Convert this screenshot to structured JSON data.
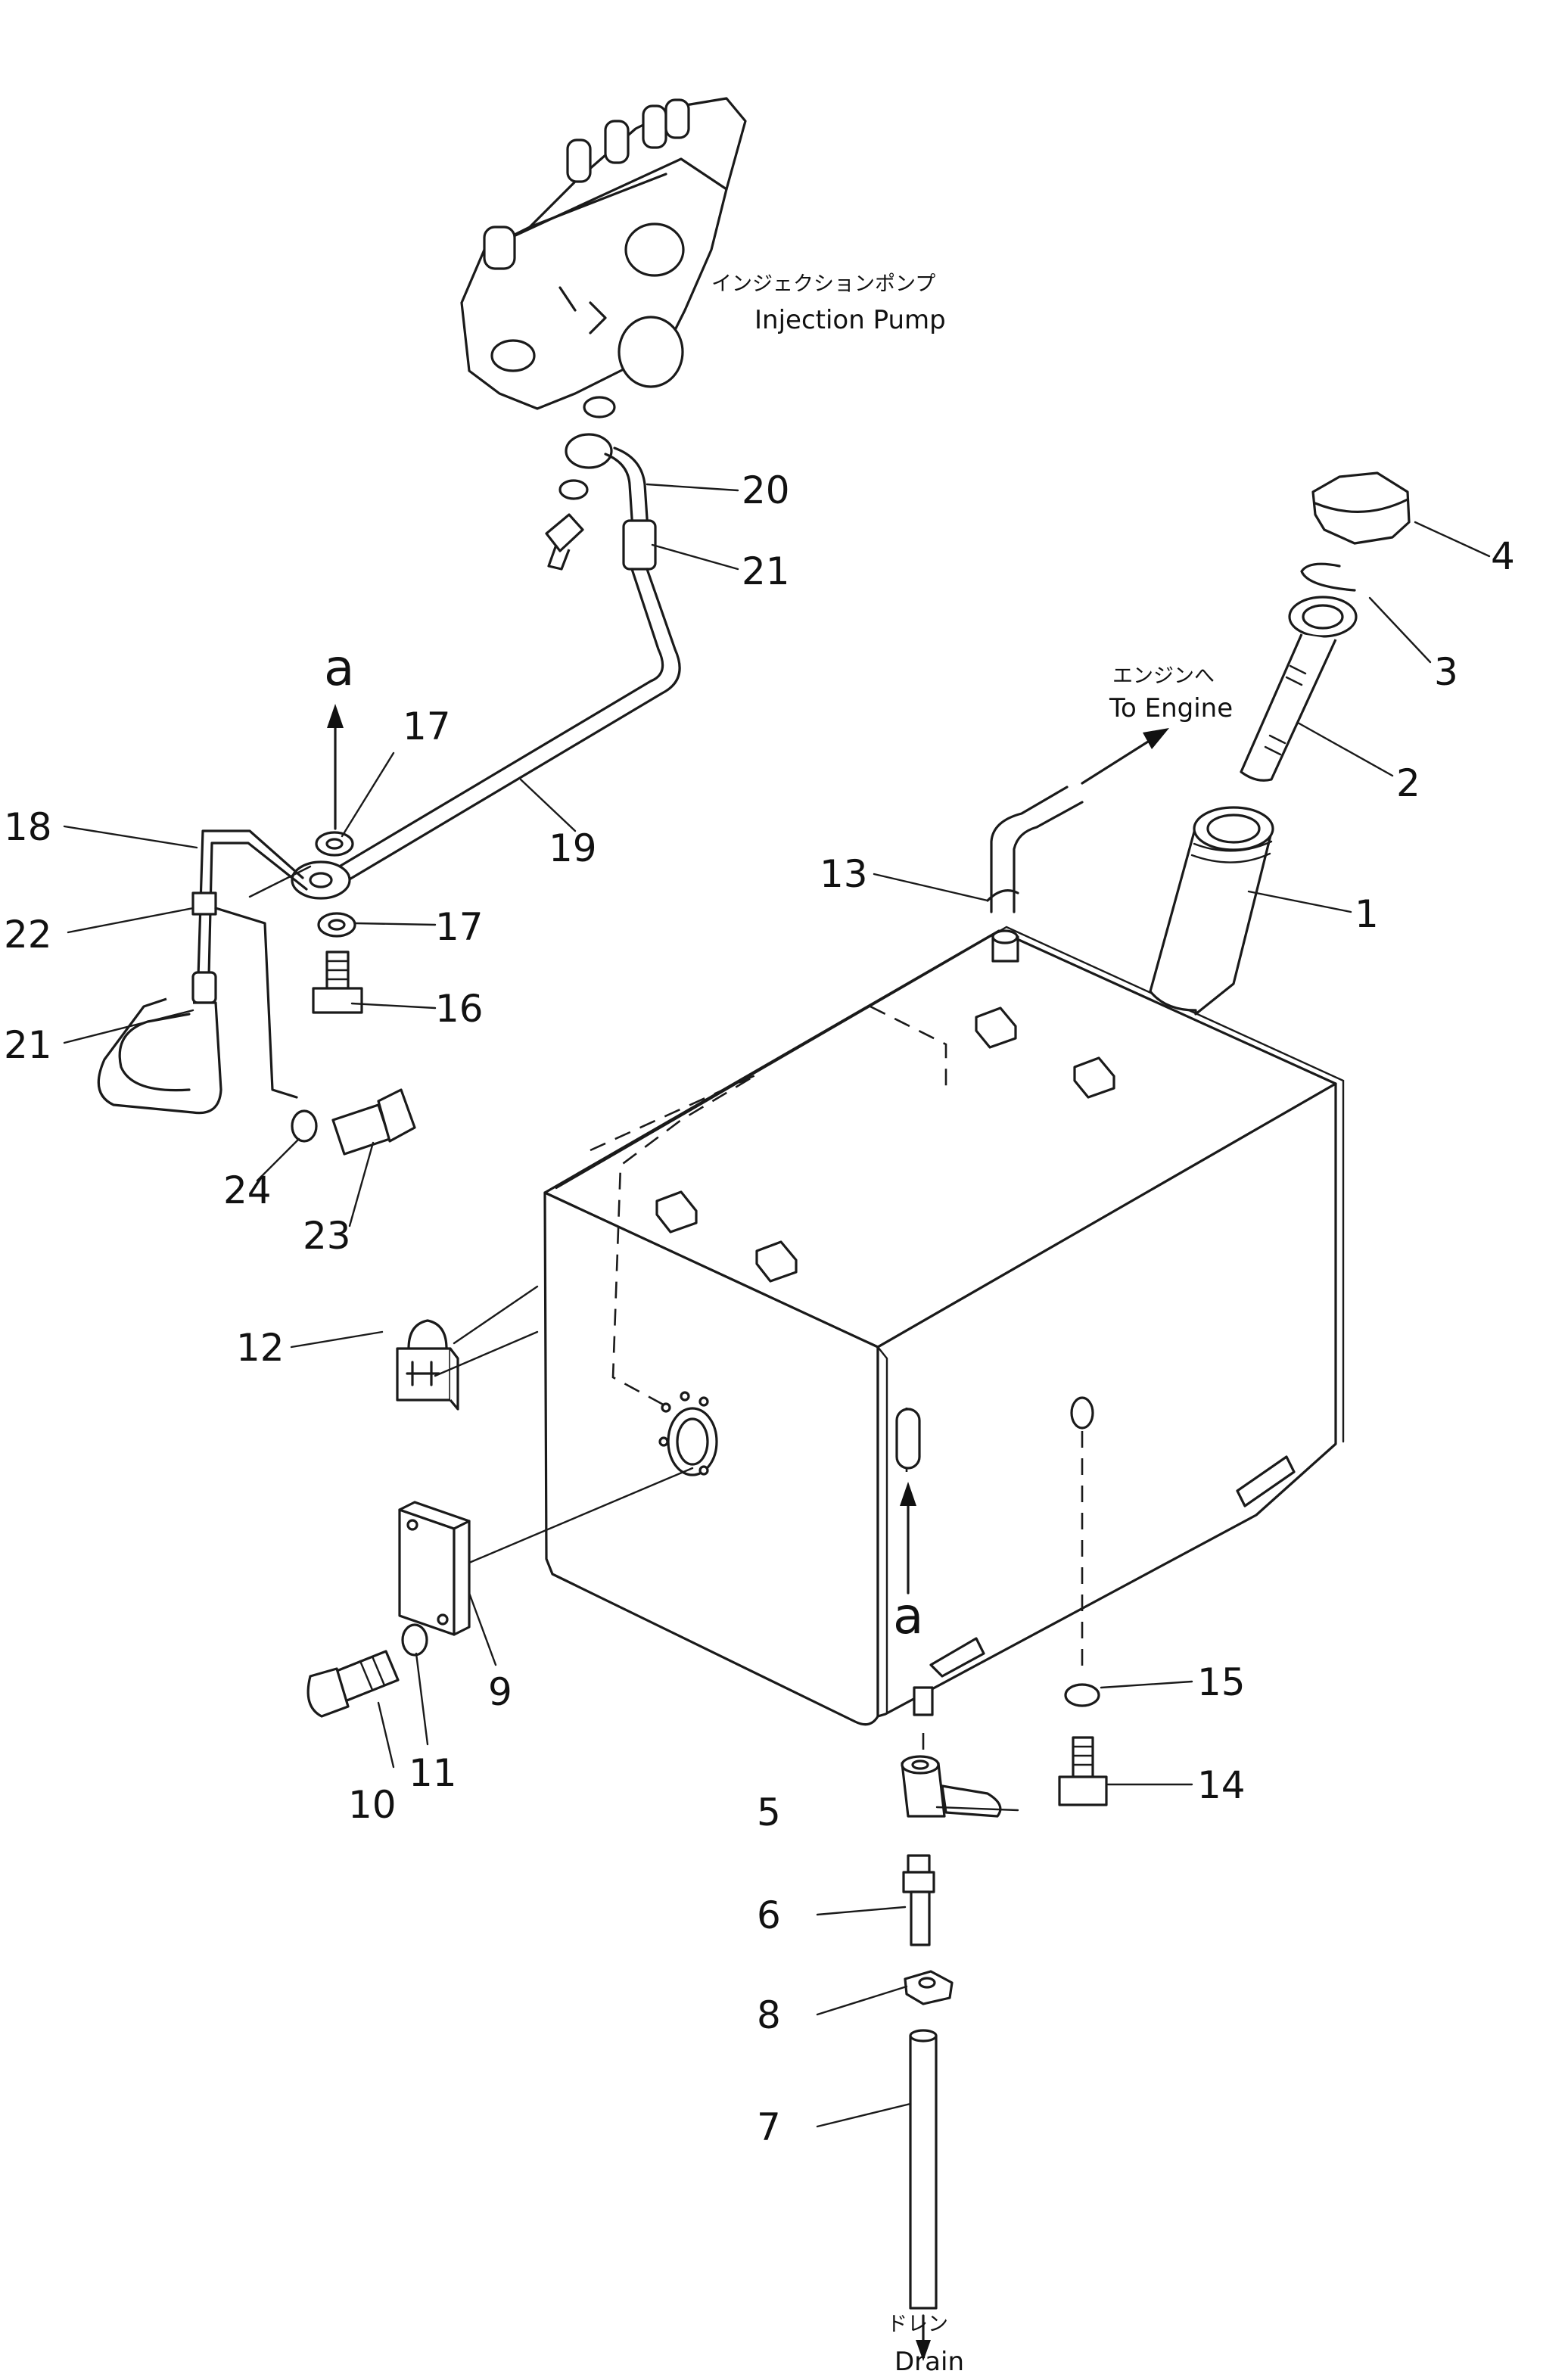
{
  "callouts": {
    "injection_pump_jp": "インジェクションポンプ",
    "injection_pump_en": "Injection Pump",
    "to_engine_jp": "エンジンへ",
    "to_engine_en": "To Engine",
    "drain_jp": "ドレン",
    "drain_en": "Drain",
    "view_ref_top": "a",
    "view_ref_bottom": "a"
  },
  "part_numbers": [
    "1",
    "2",
    "3",
    "4",
    "5",
    "6",
    "7",
    "8",
    "9",
    "10",
    "11",
    "12",
    "13",
    "14",
    "15",
    "16",
    "17",
    "17",
    "18",
    "19",
    "20",
    "21",
    "21",
    "22",
    "23",
    "24"
  ]
}
